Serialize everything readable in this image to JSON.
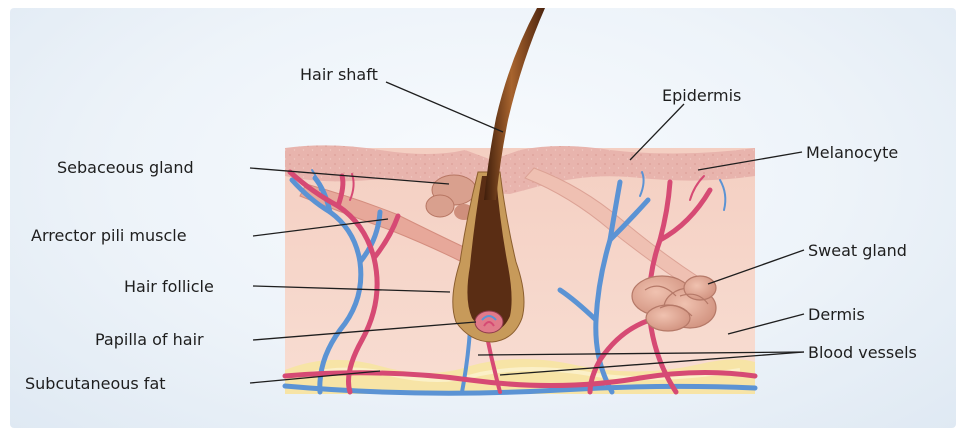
{
  "labels": {
    "hair_shaft": "Hair shaft",
    "epidermis": "Epidermis",
    "melanocyte": "Melanocyte",
    "sebaceous_gland": "Sebaceous gland",
    "arrector_pili_muscle": "Arrector pili muscle",
    "sweat_gland": "Sweat gland",
    "hair_follicle": "Hair follicle",
    "dermis": "Dermis",
    "papilla_of_hair": "Papilla of hair",
    "blood_vessels": "Blood vessels",
    "subcutaneous_fat": "Subcutaneous fat"
  },
  "colors": {
    "epidermis": "#e8b4ad",
    "dermis": "#f6d6c8",
    "fat": "#f7e4a6",
    "artery": "#d64a74",
    "vein": "#5b93d4",
    "hair_dark": "#5a2d14",
    "hair_mid": "#8a4b24",
    "follicle_tan": "#c79a5a",
    "muscle": "#e7a89a",
    "gland": "#d9a08e"
  }
}
